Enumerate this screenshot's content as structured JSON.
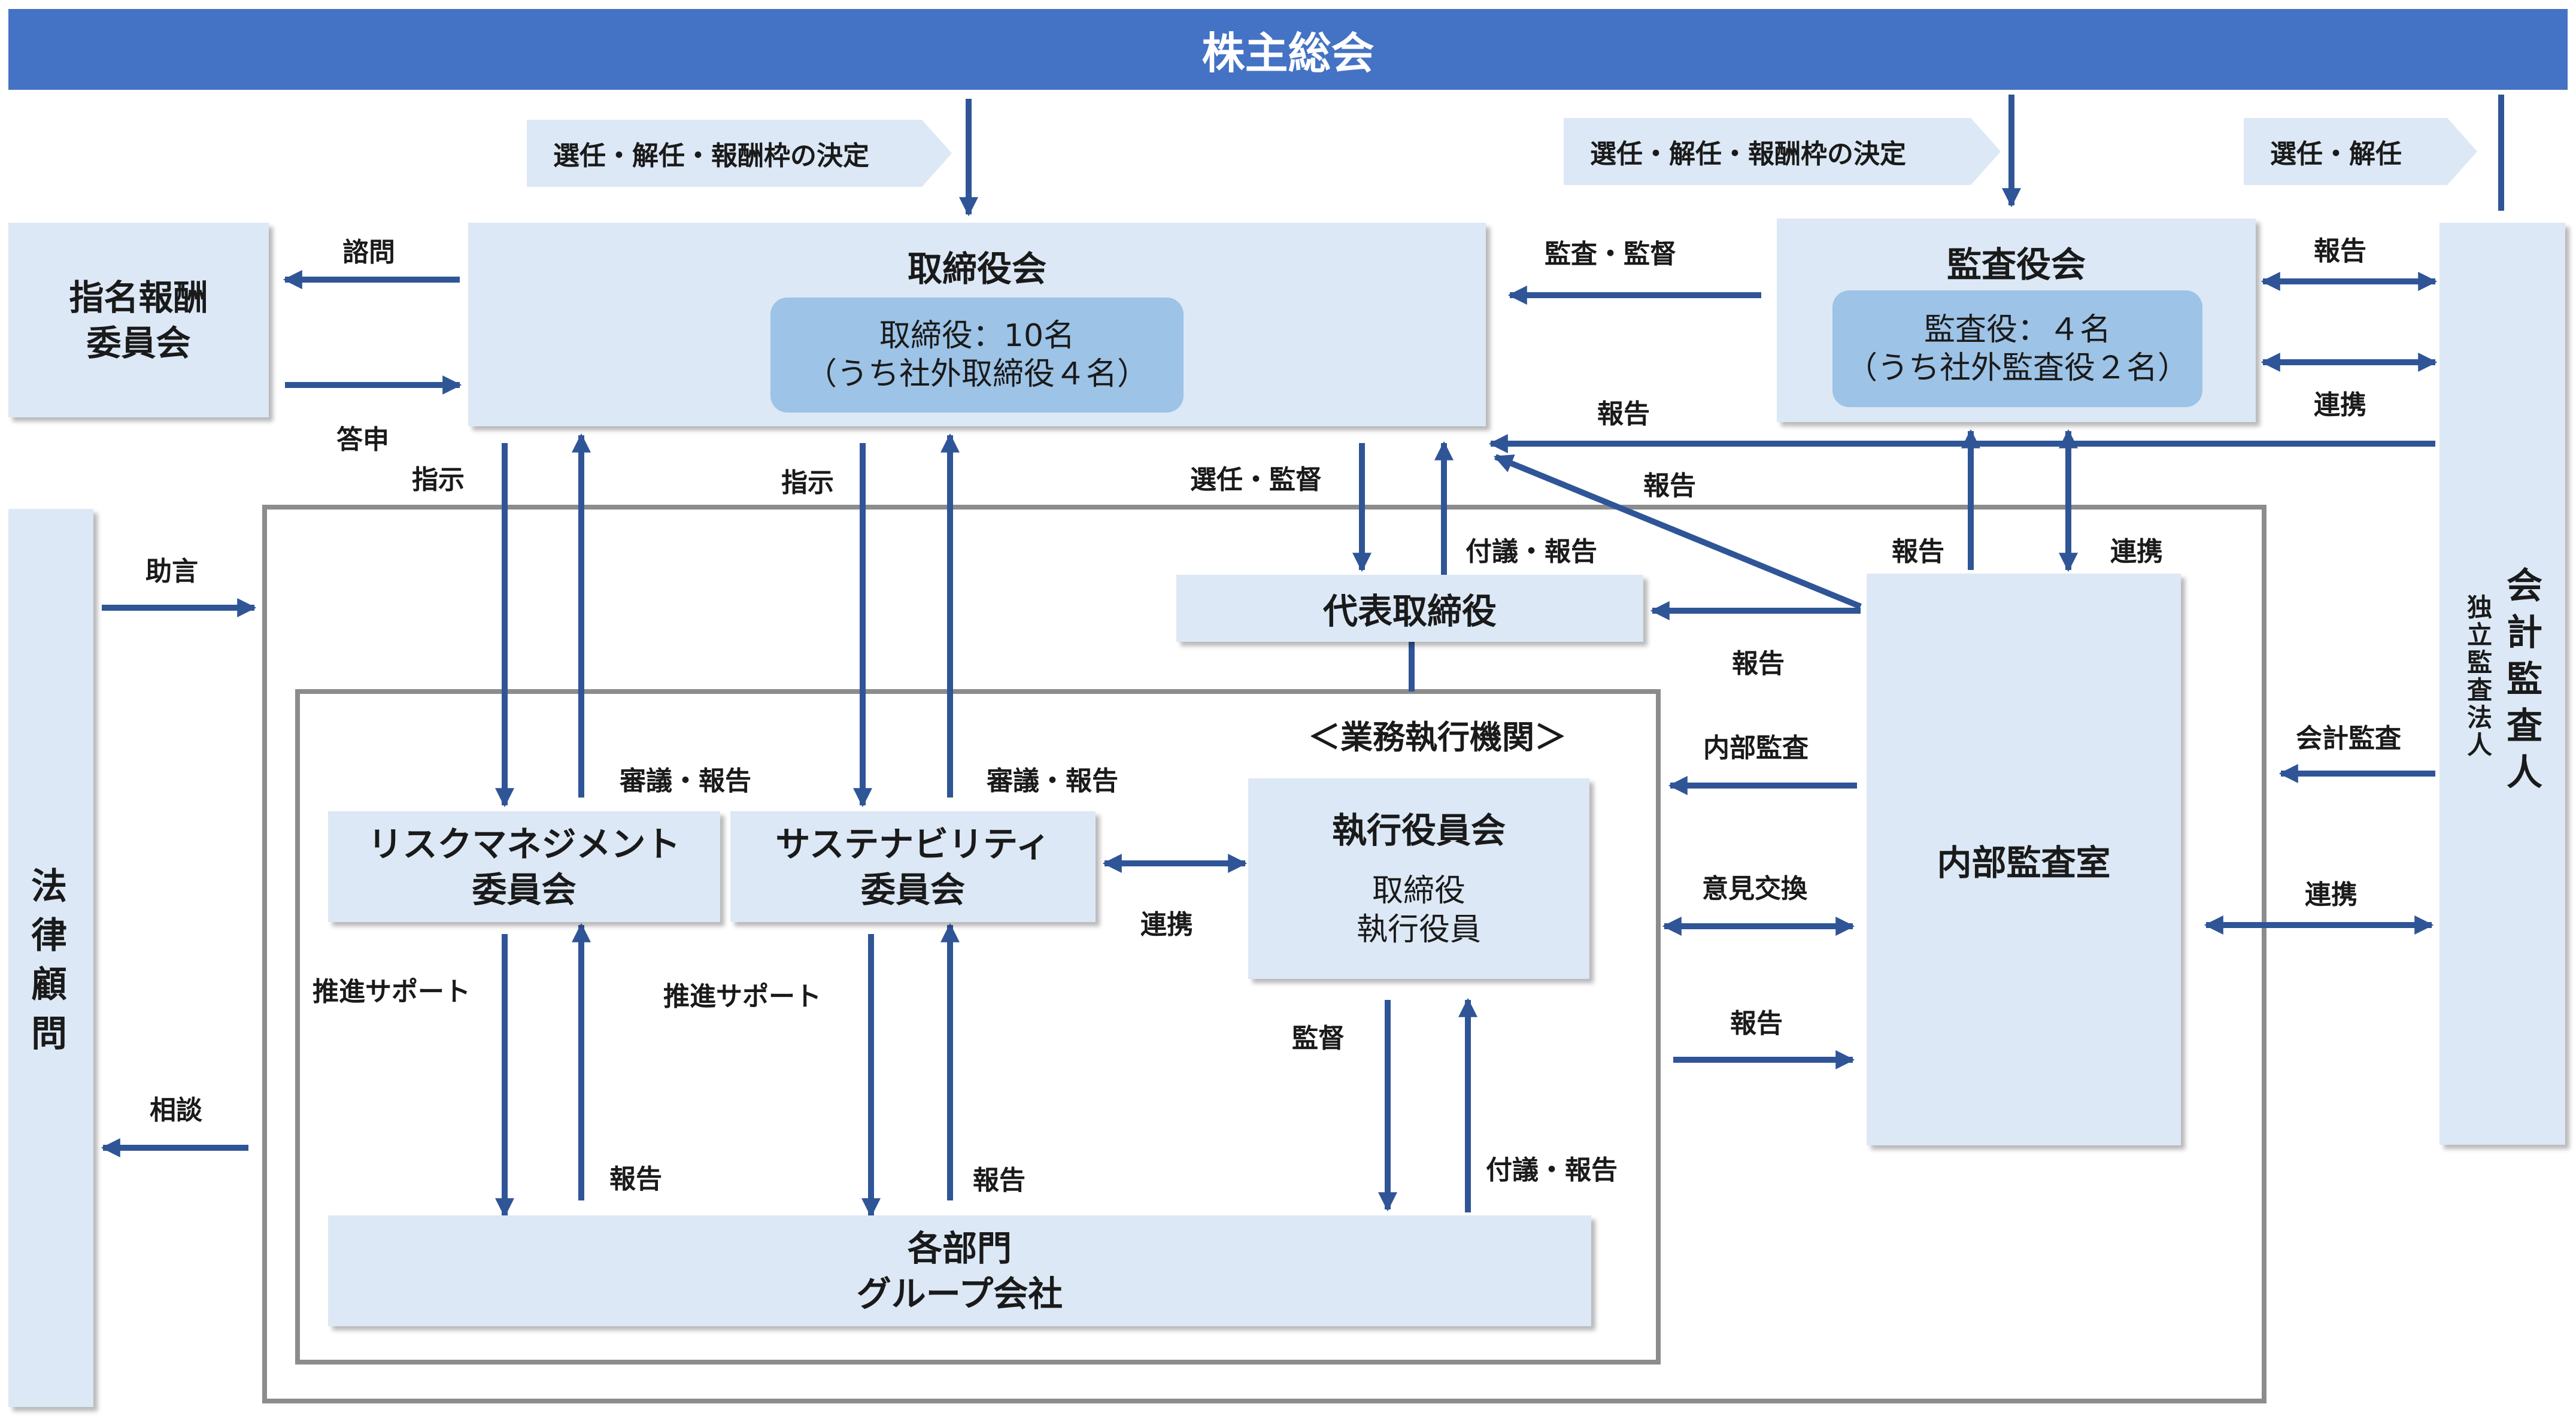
{
  "title": "株主総会",
  "appointments": {
    "board": "選任・解任・報酬枠の決定",
    "audit_board": "選任・解任・報酬枠の決定",
    "auditor": "選任・解任"
  },
  "nomination_committee": {
    "line1": "指名報酬",
    "line2": "委員会"
  },
  "board": {
    "title": "取締役会",
    "detail_line1": "取締役：10名",
    "detail_line2": "（うち社外取締役４名）"
  },
  "audit_board": {
    "title": "監査役会",
    "detail_line1": "監査役：４名",
    "detail_line2": "（うち社外監査役２名）"
  },
  "accounting_auditor": {
    "main_chars": [
      "会",
      "計",
      "監",
      "査",
      "人"
    ],
    "sub_chars": [
      "独",
      "立",
      "監",
      "査",
      "法",
      "人"
    ]
  },
  "legal_advisor": {
    "chars": [
      "法",
      "律",
      "顧",
      "問"
    ]
  },
  "representative_director": "代表取締役",
  "business_execution_label": "＜業務執行機関＞",
  "risk_committee": {
    "line1": "リスクマネジメント",
    "line2": "委員会"
  },
  "sustainability_committee": {
    "line1": "サステナビリティ",
    "line2": "委員会"
  },
  "executive_officers_meeting": {
    "title": "執行役員会",
    "line1": "取締役",
    "line2": "執行役員"
  },
  "internal_audit_office": "内部監査室",
  "departments": {
    "line1": "各部門",
    "line2": "グループ会社"
  },
  "labels": {
    "inquiry": "諮問",
    "response": "答申",
    "instruction_left": "指示",
    "instruction_mid": "指示",
    "appoint_supervise": "選任・監督",
    "propose_report_rep": "付議・報告",
    "audit_supervise": "監査・監督",
    "report_aa_board": "報告",
    "report_io_board": "報告",
    "report_io_audit": "報告",
    "coop_io_audit": "連携",
    "report_aa_audit": "報告",
    "coop_aa_audit": "連携",
    "report_io_rep": "報告",
    "internal_audit": "内部監査",
    "opinion_exchange": "意見交換",
    "report_exec_io": "報告",
    "accounting_audit": "会計監査",
    "coop_io_aa": "連携",
    "advice": "助言",
    "consult": "相談",
    "deliberate_report_risk": "審議・報告",
    "deliberate_report_sus": "審議・報告",
    "coop_sus_exec": "連携",
    "promote_support_risk": "推進サポート",
    "promote_support_sus": "推進サポート",
    "report_dept_risk": "報告",
    "report_dept_sus": "報告",
    "supervise_exec": "監督",
    "propose_report_exec": "付議・報告"
  },
  "colors": {
    "header_bar": "#4472c4",
    "box_fill": "#dce8f5",
    "inner_fill": "#9dc3e6",
    "arrow": "#2f5597",
    "frame": "#808080"
  }
}
